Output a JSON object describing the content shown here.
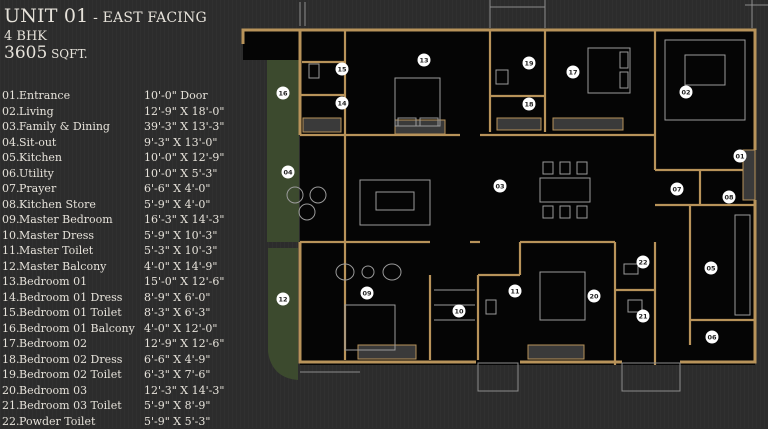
{
  "header": {
    "unit": "UNIT 01",
    "facing": " - EAST FACING",
    "bhk": "4 BHK",
    "area_value": "3605",
    "area_unit": " SQFT."
  },
  "rooms": [
    {
      "num": "01.",
      "name": "Entrance",
      "dim": "10'-0\" Door"
    },
    {
      "num": "02.",
      "name": "Living",
      "dim": "12'-9\" X 18'-0\""
    },
    {
      "num": "03.",
      "name": "Family & Dining",
      "dim": "39'-3\" X 13'-3\""
    },
    {
      "num": "04.",
      "name": "Sit-out",
      "dim": "9'-3\" X 13'-0\""
    },
    {
      "num": "05.",
      "name": "Kitchen",
      "dim": "10'-0\" X 12'-9\""
    },
    {
      "num": "06.",
      "name": "Utility",
      "dim": "10'-0\" X 5'-3\""
    },
    {
      "num": "07.",
      "name": "Prayer",
      "dim": "6'-6\" X 4'-0\""
    },
    {
      "num": "08.",
      "name": "Kitchen Store",
      "dim": "5'-9\" X 4'-0\""
    },
    {
      "num": "09.",
      "name": "Master Bedroom",
      "dim": "16'-3\" X 14'-3\""
    },
    {
      "num": "10.",
      "name": "Master Dress",
      "dim": "5'-9\" X 10'-3\""
    },
    {
      "num": "11.",
      "name": "Master Toilet",
      "dim": "5'-3\" X 10'-3\""
    },
    {
      "num": "12.",
      "name": "Master Balcony",
      "dim": "4'-0\" X 14'-9\""
    },
    {
      "num": "13.",
      "name": "Bedroom 01",
      "dim": "15'-0\" X 12'-6\""
    },
    {
      "num": "14.",
      "name": "Bedroom 01 Dress",
      "dim": "8'-9\" X 6'-0\""
    },
    {
      "num": "15.",
      "name": "Bedroom 01 Toilet",
      "dim": "8'-3\" X 6'-3\""
    },
    {
      "num": "16.",
      "name": "Bedroom 01 Balcony",
      "dim": "4'-0\" X 12'-0\""
    },
    {
      "num": "17.",
      "name": "Bedroom 02",
      "dim": "12'-9\" X 12'-6\""
    },
    {
      "num": "18.",
      "name": "Bedroom 02 Dress",
      "dim": "6'-6\" X 4'-9\""
    },
    {
      "num": "19.",
      "name": "Bedroom 02 Toilet",
      "dim": "6'-3\" X 7'-6\""
    },
    {
      "num": "20.",
      "name": "Bedroom 03",
      "dim": "12'-3\" X 14'-3\""
    },
    {
      "num": "21.",
      "name": "Bedroom 03 Toilet",
      "dim": "5'-9\" X 8'-9\""
    },
    {
      "num": "22.",
      "name": "Powder Toilet",
      "dim": "5'-9\" X 5'-3\""
    }
  ],
  "plan_labels": {
    "l01": "01",
    "l02": "02",
    "l03": "03",
    "l04": "04",
    "l05": "05",
    "l06": "06",
    "l07": "07",
    "l08": "08",
    "l09": "09",
    "l10": "10",
    "l11": "11",
    "l12": "12",
    "l13": "13",
    "l14": "14",
    "l15": "15",
    "l16": "16",
    "l17": "17",
    "l18": "18",
    "l19": "19",
    "l20": "20",
    "l21": "21",
    "l22": "22"
  },
  "colors": {
    "background": "#2c2c2c",
    "wall": "#b8935a",
    "floor": "#050505",
    "balcony": "#3c4a2e",
    "label_circle": "#ffffff"
  }
}
